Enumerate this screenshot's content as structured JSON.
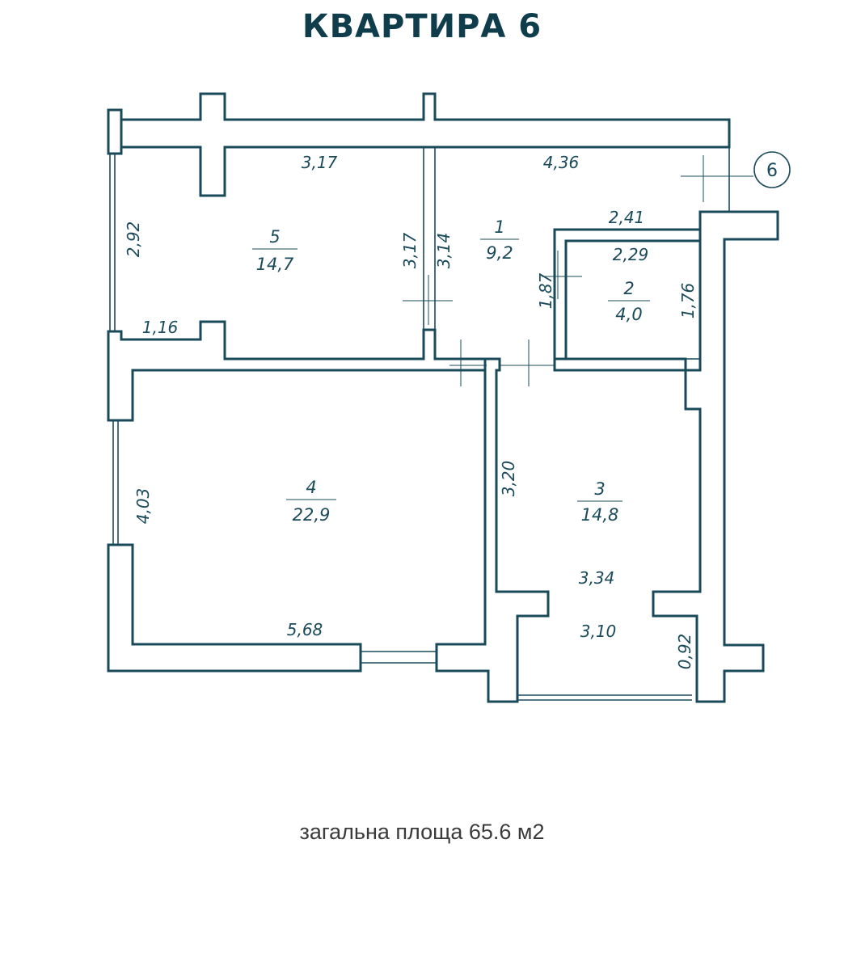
{
  "title": "КВАРТИРА 6",
  "footer": "загальна площа 65.6 м2",
  "axis_marker": "6",
  "colors": {
    "ink": "#1a4a5a",
    "title": "#0f3d4c",
    "footer": "#3a3a3a"
  },
  "rooms": [
    {
      "number": "1",
      "area": "9,2"
    },
    {
      "number": "2",
      "area": "4,0"
    },
    {
      "number": "3",
      "area": "14,8"
    },
    {
      "number": "4",
      "area": "22,9"
    },
    {
      "number": "5",
      "area": "14,7"
    }
  ],
  "dimensions": {
    "d_317_top": "3,17",
    "d_436": "4,36",
    "d_292": "2,92",
    "d_317_side": "3,17",
    "d_314": "3,14",
    "d_241": "2,41",
    "d_229": "2,29",
    "d_187": "1,87",
    "d_176": "1,76",
    "d_116": "1,16",
    "d_403": "4,03",
    "d_568": "5,68",
    "d_320": "3,20",
    "d_334": "3,34",
    "d_310": "3,10",
    "d_092": "0,92"
  }
}
